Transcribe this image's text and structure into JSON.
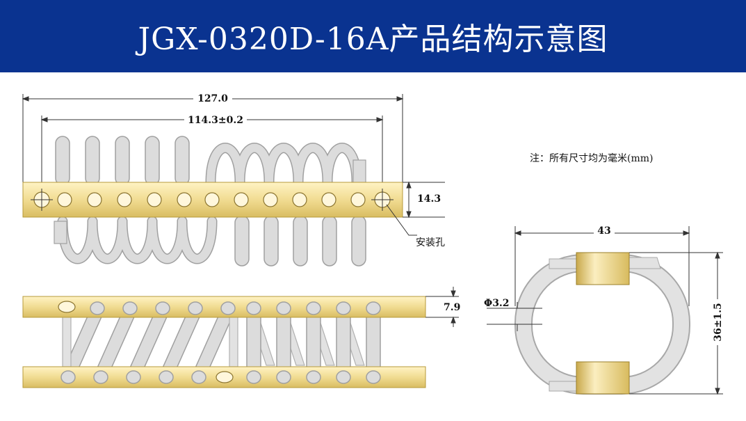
{
  "title": "JGX-0320D-16A产品结构示意图",
  "colors": {
    "header_bg": "#0a3390",
    "header_text": "#ffffff",
    "plate": "#f3e0a0",
    "plate_edge": "#b79a3a",
    "coil": "#d4d4d4",
    "coil_edge": "#9a9a9a"
  },
  "top_view": {
    "overall_length": "127.0",
    "hole_spacing": "114.3±0.2",
    "plate_width": "14.3",
    "mount_hole_label": "安装孔"
  },
  "side_view": {
    "plate_thickness": "7.9"
  },
  "end_view": {
    "width": "43",
    "height": "36±1.5",
    "wire_diameter": "Φ3.2"
  },
  "note": "注：所有尺寸均为毫米(mm)"
}
